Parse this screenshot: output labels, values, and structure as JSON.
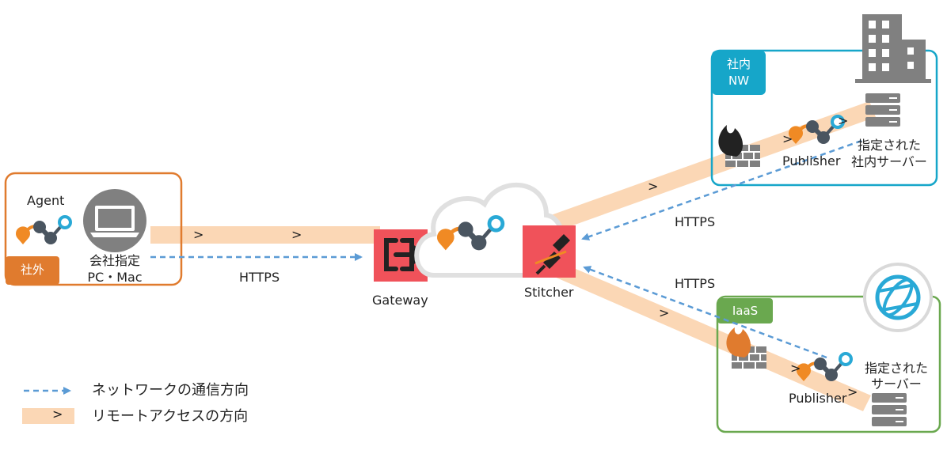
{
  "agent_section": {
    "agent_label": "Agent",
    "device_label_line1": "会社指定",
    "device_label_line2": "PC・Mac",
    "zone_tag": "社外"
  },
  "gateway": {
    "label": "Gateway"
  },
  "stitcher": {
    "label": "Stitcher"
  },
  "connections": {
    "agent_gateway_protocol": "HTTPS",
    "corporate_protocol": "HTTPS",
    "iaas_protocol": "HTTPS",
    "arrow_glyph": ">"
  },
  "corporate_network": {
    "tag_line1": "社内",
    "tag_line2": "NW",
    "publisher_label": "Publisher",
    "server_label_line1": "指定された",
    "server_label_line2": "社内サーバー"
  },
  "iaas": {
    "tag": "IaaS",
    "publisher_label": "Publisher",
    "server_label_line1": "指定された",
    "server_label_line2": "サーバー"
  },
  "legend": {
    "network_direction": "ネットワークの通信方向",
    "remote_access_direction": "リモートアクセスの方向",
    "remote_access_glyph": ">"
  },
  "colors": {
    "orange_border": "#e07b2e",
    "blue_border": "#16a6c9",
    "green_border": "#6aa84f",
    "access_band": "#fbd7b5",
    "dash_line": "#5b9bd5",
    "red_box": "#f0525a",
    "logo_orange": "#f08a24",
    "logo_dark": "#4a5560",
    "logo_blue": "#29a9d6",
    "gray": "#808080"
  }
}
